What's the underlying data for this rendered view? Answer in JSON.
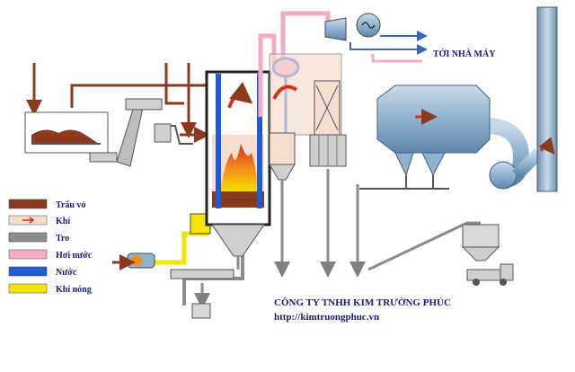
{
  "legend": [
    {
      "label": "Trấu vỏ",
      "color": "#8b3a1e"
    },
    {
      "label": "Khí",
      "color": "#f5ddd0"
    },
    {
      "label": "Tro",
      "color": "#8c8c8c"
    },
    {
      "label": "Hơi nước",
      "color": "#f4aac4"
    },
    {
      "label": "Nước",
      "color": "#1e5bd6"
    },
    {
      "label": "Khí nóng",
      "color": "#f2e600"
    }
  ],
  "labels": {
    "destination": "TỚI NHÀ MÁY",
    "company": "CÔNG TY TNHH KIM TRƯỜNG PHÚC",
    "website": "http://kimtruongphuc.vn"
  },
  "colors": {
    "husk": "#8b3a1e",
    "gas": "#f5ddd0",
    "ash": "#8c8c8c",
    "steam": "#f4aac4",
    "water": "#1e5bd6",
    "hot_air": "#f2e600",
    "equipment": "#8fb2cf",
    "text": "#1b1b7a"
  }
}
